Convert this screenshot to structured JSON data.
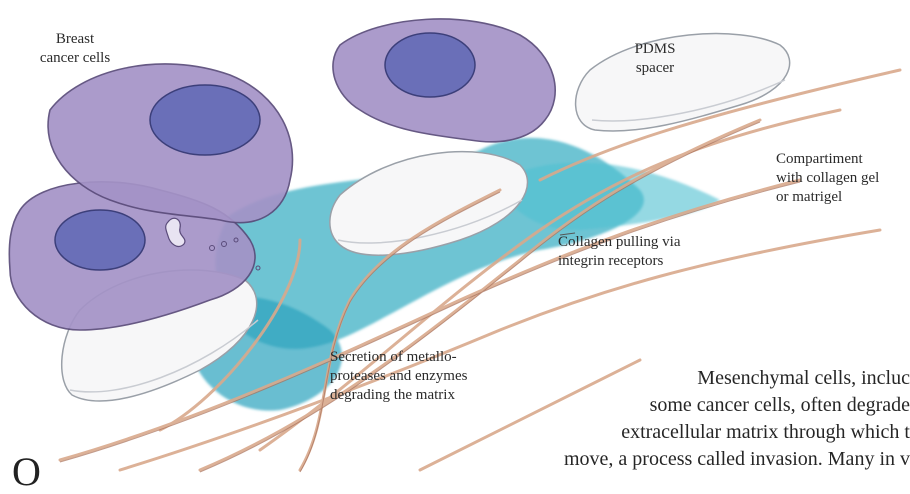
{
  "labels": {
    "breast_cancer_cells": [
      "Breast",
      "cancer cells"
    ],
    "pdms_spacer": [
      "PDMS",
      "spacer"
    ],
    "compartment": [
      "Compartiment",
      "with collagen gel",
      "or matrigel"
    ],
    "collagen_pulling": [
      "Collagen pulling via",
      "integrin receptors"
    ],
    "secretion": [
      "Secretion of metallo-",
      "proteases and enzymes",
      "degrading the matrix"
    ]
  },
  "body_text": {
    "lines": [
      "Mesenchymal    cells,    incluc",
      "some cancer cells, often degrade",
      "extracellular matrix through which t",
      "move, a process called invasion. Many in v"
    ],
    "drop_cap": "O"
  },
  "colors": {
    "cell_fill": "#a493c7",
    "nucleus_fill": "#6a6fb8",
    "matrix_blue": "#3fb0c4",
    "collagen": "#d9a98c",
    "spacer_fill": "#f7f7f8"
  }
}
